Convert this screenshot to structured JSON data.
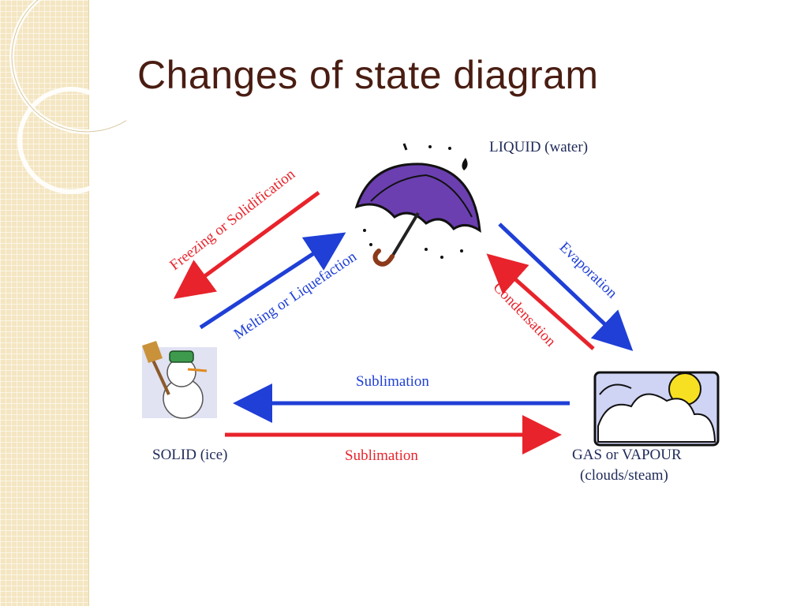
{
  "title": "Changes of state diagram",
  "states": {
    "liquid": "LIQUID (water)",
    "solid": "SOLID (ice)",
    "gas_line1": "GAS or VAPOUR",
    "gas_line2": "(clouds/steam)"
  },
  "processes": {
    "freezing": "Freezing or Solidification",
    "melting": "Melting or Liquefaction",
    "evaporation": "Evaporation",
    "condensation": "Condensation",
    "sublimation_top": "Sublimation",
    "sublimation_bottom": "Sublimation"
  },
  "colors": {
    "red": "#e8232b",
    "blue": "#1f3fd6",
    "title": "#4a1d12"
  }
}
